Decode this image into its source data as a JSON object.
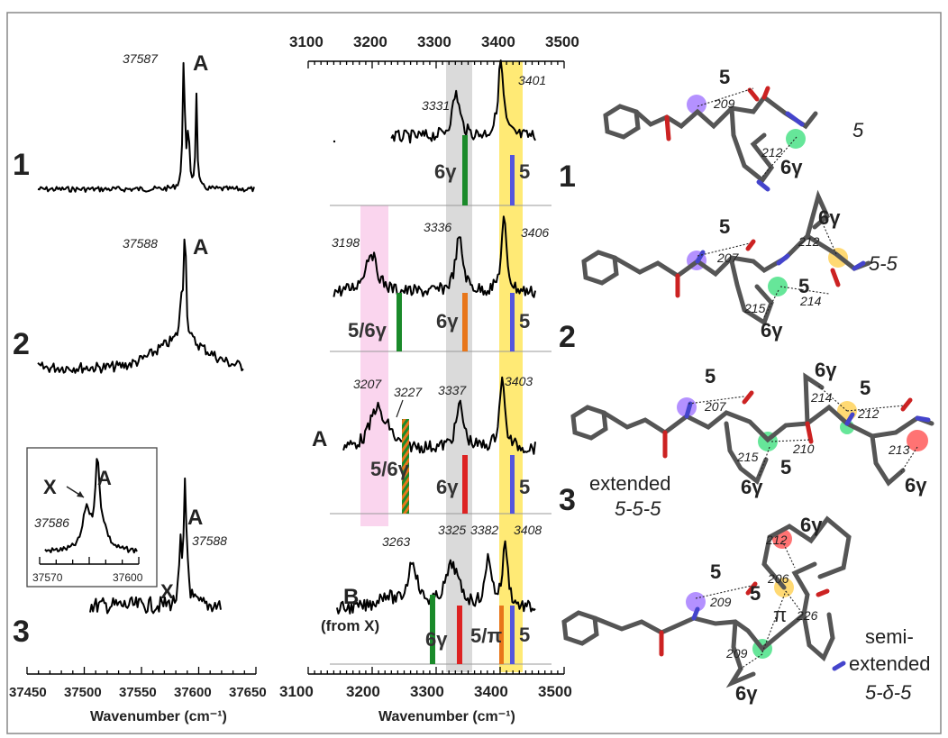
{
  "chart_data": [
    {
      "type": "line",
      "panel": "left",
      "xlabel": "Wavenumber (cm⁻¹)",
      "xlim": [
        37450,
        37650
      ],
      "xticks": [
        "37450",
        "37500",
        "37550",
        "37600",
        "37650"
      ],
      "series": [
        {
          "name": "1",
          "peak_labels": [
            {
              "x": 37587,
              "text": "37587"
            },
            {
              "x": 37587,
              "text": "A"
            }
          ]
        },
        {
          "name": "2",
          "peak_labels": [
            {
              "x": 37588,
              "text": "37588"
            },
            {
              "x": 37588,
              "text": "A"
            }
          ]
        },
        {
          "name": "3",
          "peak_labels": [
            {
              "x": 37588,
              "text": "37588"
            },
            {
              "x": 37588,
              "text": "A"
            },
            {
              "x": 37583,
              "text": "X"
            }
          ]
        }
      ],
      "inset": {
        "xlim": [
          37570,
          37600
        ],
        "xticks": [
          "37570",
          "37600"
        ],
        "labels": [
          {
            "x": 37586,
            "text": "37586"
          },
          {
            "x": 37586,
            "text": "X"
          },
          {
            "x": 37590,
            "text": "A"
          }
        ]
      }
    },
    {
      "type": "line",
      "panel": "middle",
      "xlabel": "Wavenumber (cm⁻¹)",
      "xlim": [
        3100,
        3500
      ],
      "xticks": [
        "3100",
        "3200",
        "3300",
        "3400",
        "3500"
      ],
      "bands": [
        {
          "x0": 3312,
          "x1": 3344,
          "color": "#d9d9d9"
        },
        {
          "x0": 3390,
          "x1": 3425,
          "color": "#ffe866"
        },
        {
          "x0": 3188,
          "x1": 3222,
          "color": "#f9d0ec"
        }
      ],
      "series": [
        {
          "name": "1",
          "peaks": [
            {
              "x": 3331,
              "text": "3331"
            },
            {
              "x": 3401,
              "text": "3401"
            }
          ],
          "sticks": [
            {
              "x": 3338,
              "color": "#1a8a2a",
              "label": "6γ"
            },
            {
              "x": 3408,
              "color": "#5555dd",
              "label": "5"
            }
          ]
        },
        {
          "name": "2",
          "peaks": [
            {
              "x": 3198,
              "text": "3198"
            },
            {
              "x": 3336,
              "text": "3336"
            },
            {
              "x": 3406,
              "text": "3406"
            }
          ],
          "sticks": [
            {
              "x": 3243,
              "color": "#1a8a2a",
              "label": "5/6γ"
            },
            {
              "x": 3337,
              "color": "#e8761a",
              "label": "6γ"
            },
            {
              "x": 3410,
              "color": "#5555dd",
              "label": "5"
            }
          ]
        },
        {
          "name": "3",
          "label": "A",
          "peaks": [
            {
              "x": 3207,
              "text": "3207"
            },
            {
              "x": 3227,
              "text": "3227"
            },
            {
              "x": 3337,
              "text": "3337"
            },
            {
              "x": 3403,
              "text": "3403"
            }
          ],
          "sticks": [
            {
              "x": 3250,
              "color": "striped",
              "label": "5/6γ"
            },
            {
              "x": 3337,
              "color": "#dd2222",
              "label": "6γ"
            },
            {
              "x": 3410,
              "color": "#5555dd",
              "label": "5"
            }
          ]
        },
        {
          "name": "B",
          "label": "B",
          "sublabel": "(from X)",
          "peaks": [
            {
              "x": 3263,
              "text": "3263"
            },
            {
              "x": 3325,
              "text": "3325"
            },
            {
              "x": 3382,
              "text": "3382"
            },
            {
              "x": 3408,
              "text": "3408"
            }
          ],
          "sticks": [
            {
              "x": 3288,
              "color": "#1a8a2a",
              "label": "6γ"
            },
            {
              "x": 3325,
              "color": "#dd2222",
              "label": ""
            },
            {
              "x": 3393,
              "color": "#e8761a",
              "label": "5/π"
            },
            {
              "x": 3410,
              "color": "#5555dd",
              "label": "5"
            }
          ]
        }
      ],
      "row_numbers": [
        "1",
        "2",
        "3"
      ]
    }
  ],
  "molecules": [
    {
      "name": "5",
      "hbonds": [
        "5",
        "209",
        "212",
        "6γ"
      ]
    },
    {
      "name": "5-5",
      "hbonds": [
        "5",
        "207",
        "215",
        "214",
        "5",
        "6γ",
        "212",
        "6γ"
      ]
    },
    {
      "name_line1": "extended",
      "name_line2": "5-5-5",
      "hbonds": [
        "5",
        "207",
        "215",
        "5",
        "210",
        "214",
        "5",
        "212",
        "213",
        "6γ",
        "6γ",
        "6γ"
      ]
    },
    {
      "name_line1": "semi-",
      "name_line2": "extended",
      "name_line3": "5-δ-5",
      "hbonds": [
        "5",
        "209",
        "209",
        "6γ",
        "5",
        "206",
        "π",
        "226",
        "212",
        "6γ"
      ]
    }
  ]
}
